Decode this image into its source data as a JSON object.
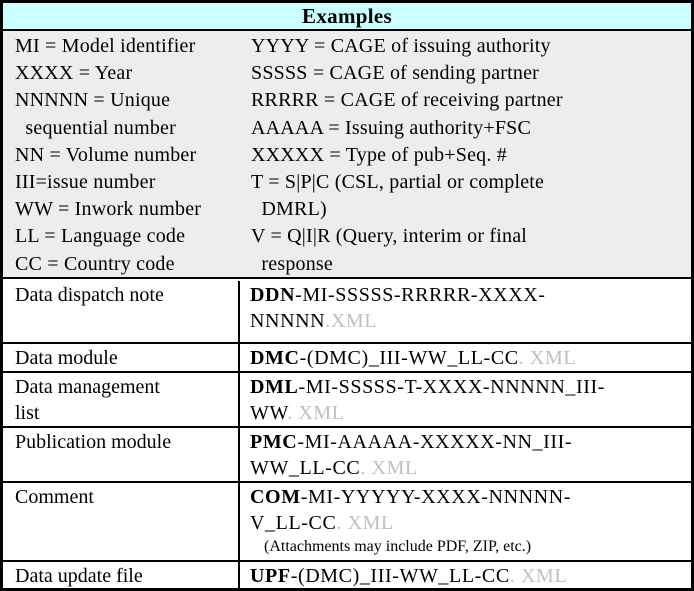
{
  "header": {
    "title": "Examples"
  },
  "definitions": {
    "left": [
      "MI = Model identifier",
      "XXXX = Year",
      "NNNNN = Unique",
      "  sequential number",
      "NN = Volume number",
      "III=issue number",
      "WW = Inwork number",
      "LL = Language code",
      "CC = Country code"
    ],
    "right": [
      "YYYY = CAGE of issuing authority",
      "SSSSS = CAGE of sending partner",
      "RRRRR = CAGE of receiving partner",
      "AAAAA = Issuing authority+FSC",
      "XXXXX = Type of pub+Seq. #",
      "T = S|P|C (CSL, partial or complete",
      "  DMRL)",
      "V = Q|I|R (Query, interim or final",
      "  response"
    ]
  },
  "table": {
    "rows": [
      {
        "label": "Data dispatch note",
        "code_prefix": "DDN",
        "code_body": "-MI-SSSSS-RRRRR-XXXX-\nNNNNN",
        "code_ext": ".XML",
        "note": ""
      },
      {
        "label": "Data module",
        "code_prefix": "DMC",
        "code_body": "-(DMC)_III-WW_LL-CC",
        "code_ext": ". XML",
        "note": ""
      },
      {
        "label": "Data management\nlist",
        "code_prefix": "DML",
        "code_body": "-MI-SSSSS-T-XXXX-NNNNN_III-\nWW",
        "code_ext": ". XML",
        "note": ""
      },
      {
        "label": "Publication module",
        "code_prefix": "PMC",
        "code_body": "-MI-AAAAA-XXXXX-NN_III-\nWW_LL-CC",
        "code_ext": ". XML",
        "note": ""
      },
      {
        "label": "Comment",
        "code_prefix": "COM",
        "code_body": "-MI-YYYYY-XXXX-NNNNN-\nV_LL-CC",
        "code_ext": ". XML",
        "note": "(Attachments may include PDF, ZIP, etc.)"
      },
      {
        "label": "Data update file",
        "code_prefix": "UPF",
        "code_body": "-(DMC)_III-WW_LL-CC",
        "code_ext": ". XML",
        "note": ""
      }
    ]
  },
  "colors": {
    "header_bg": "#ccffff",
    "defs_bg": "#ededed",
    "ext_text": "#c0c0c0",
    "border": "#000000"
  }
}
